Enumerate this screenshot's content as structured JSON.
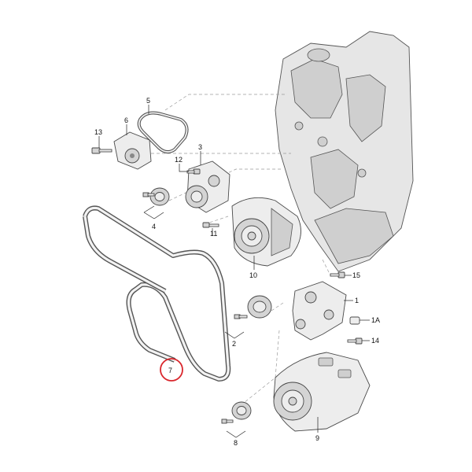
{
  "diagram": {
    "callouts": {
      "c1": "1",
      "c1a": "1A",
      "c2": "2",
      "c3": "3",
      "c4": "4",
      "c5": "5",
      "c6": "6",
      "c7": "7",
      "c8": "8",
      "c9": "9",
      "c10": "10",
      "c11": "11",
      "c12": "12",
      "c13": "13",
      "c14": "14",
      "c15": "15"
    },
    "highlight_color": "#d9262c"
  }
}
